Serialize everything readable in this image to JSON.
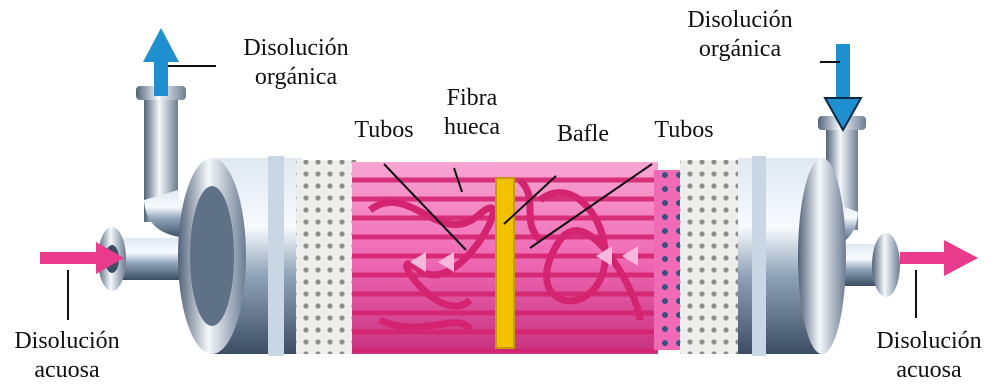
{
  "labels": {
    "organic_out": "Disolución\norgánica",
    "organic_in": "Disolución\norgánica",
    "hollow_fiber": "Fibra\nhueca",
    "tubes_left": "Tubos",
    "baffle": "Bafle",
    "tubes_right": "Tubos",
    "aqueous_in": "Disolución\nacuosa",
    "aqueous_out": "Disolución\nacuosa"
  },
  "colors": {
    "shell_core": "#f06ab5",
    "fiber": "#d4246f",
    "baffle": "#f2c200",
    "metal": "#8fa3b8",
    "organic_arrow": "#1f8fcf",
    "aqueous_arrow": "#ea3a8c"
  }
}
